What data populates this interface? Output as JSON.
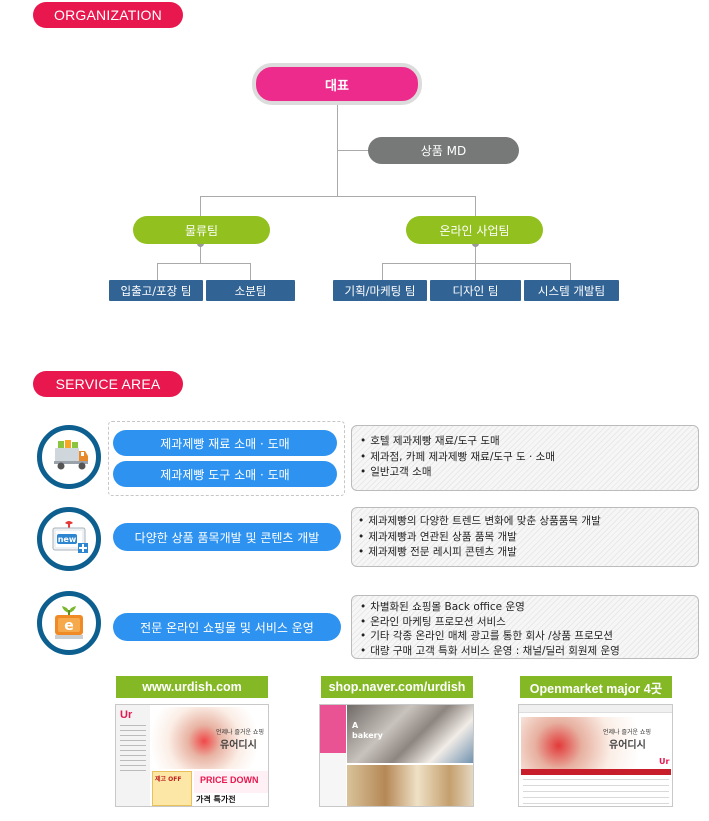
{
  "sections": {
    "organization": "ORGANIZATION",
    "service_area": "SERVICE AREA"
  },
  "org": {
    "ceo": "대표",
    "md": "상품 MD",
    "logistics_team": "물류팀",
    "online_team": "온라인 사업팀",
    "sub_logistics": [
      "입출고/포장 팀",
      "소분팀"
    ],
    "sub_online": [
      "기획/마케팅 팀",
      "디자인 팀",
      "시스템 개발팀"
    ]
  },
  "services": [
    {
      "icon": "truck-icon",
      "buttons": [
        "제과제빵 재료 소매 · 도매",
        "제과제빵 도구 소매 · 도매"
      ],
      "bullets": [
        "호텔 제과제빵 재료/도구 도매",
        "제과점, 카페 제과제빵 재료/도구 도 · 소매",
        "일반고객 소매"
      ]
    },
    {
      "icon": "new-product-icon",
      "buttons": [
        "다양한 상품 품목개발 및  콘텐츠 개발"
      ],
      "bullets": [
        "제과제빵의 다양한 트렌드 변화에 맞춘 상품품목 개발",
        "제과제빵과 연관된 상품 품목 개발",
        "제과제빵 전문 레시피 콘텐츠 개발"
      ]
    },
    {
      "icon": "ecommerce-icon",
      "buttons": [
        "전문 온라인 쇼핑몰 및 서비스 운영"
      ],
      "bullets": [
        "차별화된 쇼핑몰 Back office 운영",
        "온라인 마케팅 프로모션 서비스",
        "기타 각종 온라인 매체 광고를 통한  회사 /상품 프로모션",
        "대량 구매 고객 특화 서비스 운영 : 채널/딜러 회원제 운영"
      ]
    }
  ],
  "sites": [
    {
      "label": "www.urdish.com",
      "shot_logo": "Ur",
      "shot_text": "언제나 즐거운 쇼핑",
      "shot_brand": "유어디시",
      "promo_a": "제고 OFF",
      "promo_b": "PRICE DOWN",
      "promo_c": "가격 특가전"
    },
    {
      "label": "shop.naver.com/urdish",
      "shot_text": "A bakery"
    },
    {
      "label": "Openmarket major 4곳",
      "shot_logo": "Ur",
      "shot_text": "언제나 즐거운 쇼핑",
      "shot_brand": "유어디시"
    }
  ],
  "colors": {
    "pink_section": "#e8174d",
    "ceo": "#ec2b8c",
    "md": "#777878",
    "team_green": "#92c11f",
    "subteam_blue": "#316395",
    "service_blue": "#2e93f0",
    "circle_ring": "#0d5f8f",
    "site_green": "#84b825"
  }
}
